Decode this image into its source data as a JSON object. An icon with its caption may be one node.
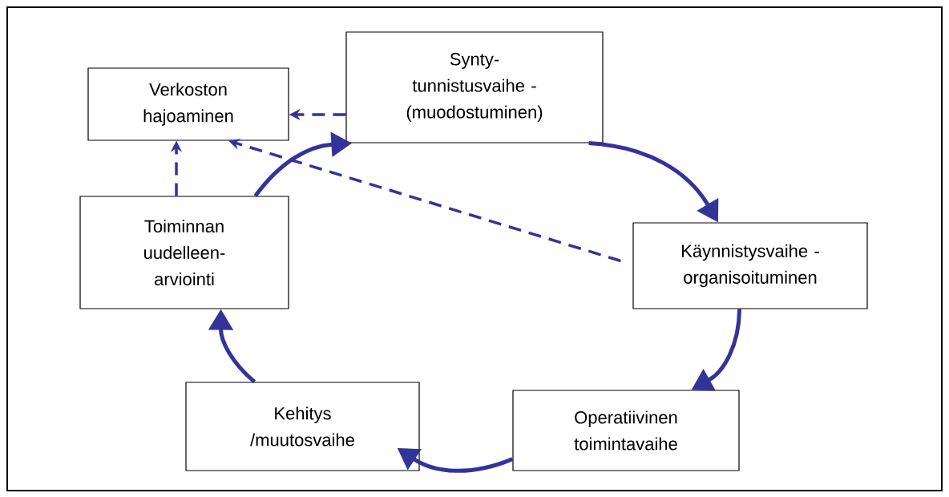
{
  "diagram": {
    "nodes": [
      {
        "text": [
          "Verkoston hajoaminen"
        ]
      },
      {
        "text": [
          "Synty- tunnistusvaihe - (muodostuminen)"
        ]
      },
      {
        "text": [
          "Toiminnan uudelleen- arviointi"
        ]
      },
      {
        "text": [
          "Käynnistysvaihe - organisoituminen"
        ]
      },
      {
        "text": [
          "Operatiivinen toimintavaihe"
        ]
      },
      {
        "text": [
          "Kehitys /muutosvaihe"
        ]
      }
    ],
    "edges": [
      {
        "from": 1,
        "to": 0,
        "arrow": "to",
        "style": "dashed"
      },
      {
        "from": 2,
        "to": 0,
        "arrow": "to",
        "style": "dashed"
      },
      {
        "from": 3,
        "to": 0,
        "arrow": "to",
        "style": "dashed"
      },
      {
        "from": 1,
        "to": 3,
        "arrow": "to"
      },
      {
        "from": 3,
        "to": 4,
        "arrow": "to"
      },
      {
        "from": 4,
        "to": 5,
        "arrow": "to"
      },
      {
        "from": 5,
        "to": 2,
        "arrow": "to"
      },
      {
        "from": 2,
        "to": 1,
        "arrow": "to"
      }
    ]
  }
}
